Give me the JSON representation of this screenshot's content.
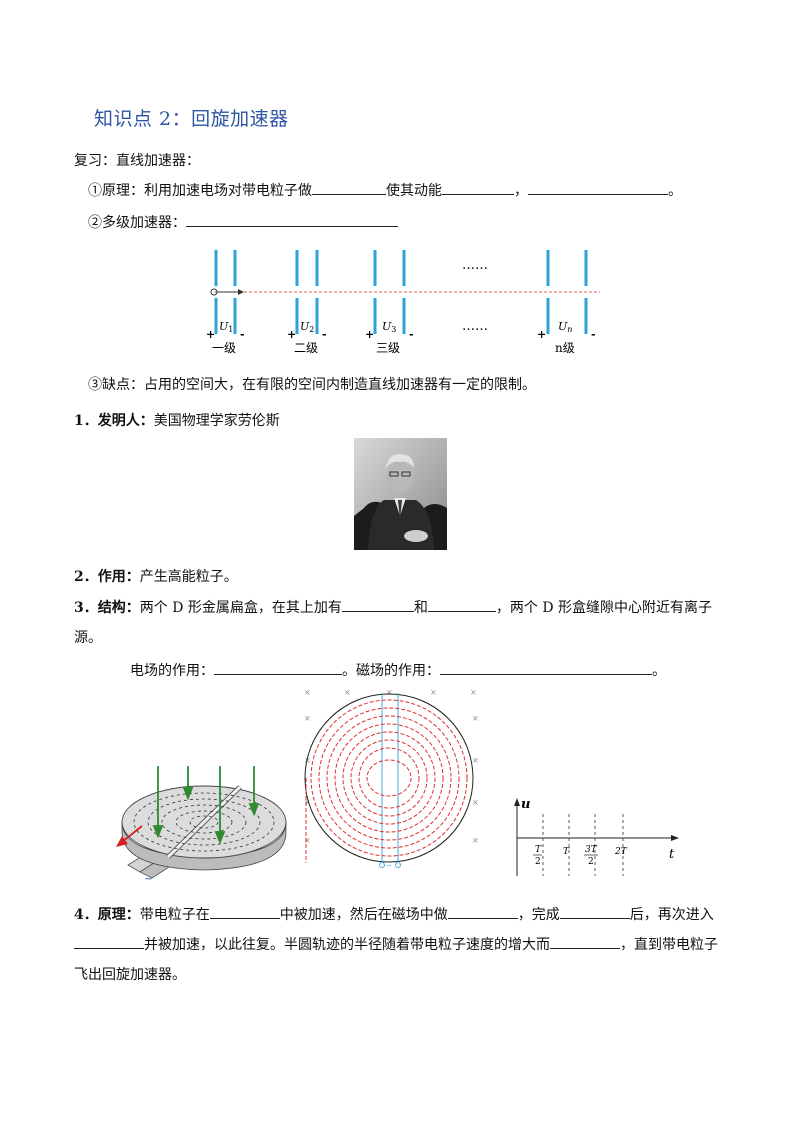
{
  "title": "知识点 2：回旋加速器",
  "review": {
    "heading": "复习：直线加速器：",
    "item1_marker": "①",
    "item1_a": "原理：利用加速电场对带电粒子做",
    "item1_b": "使其动能",
    "item1_c": "，",
    "item1_d": "。",
    "item2_marker": "②",
    "item2_a": "多级加速器：",
    "item3_marker": "③",
    "item3_text": "缺点：占用的空间大，在有限的空间内制造直线加速器有一定的限制。"
  },
  "linear_diagram": {
    "dots_top": "……",
    "dots_mid": "……",
    "plus": "+",
    "minus": "-",
    "u_labels": [
      "U",
      "U",
      "U",
      "U"
    ],
    "u_subs": [
      "1",
      "2",
      "3",
      "n"
    ],
    "stage_labels": [
      "一级",
      "二级",
      "三级",
      "n级"
    ]
  },
  "section1": {
    "number": "1．",
    "label": "发明人：",
    "text": "美国物理学家劳伦斯"
  },
  "section2": {
    "number": "2．",
    "label": "作用：",
    "text": "产生高能粒子。"
  },
  "section3": {
    "number": "3．",
    "label": "结构：",
    "text_a": "两个 D 形金属扁盒，在其上加有",
    "text_b": "和",
    "text_c": "，两个 D 形盒缝隙中心附近有离子",
    "text_d": "源。",
    "electric": "电场的作用：",
    "period1": "。磁场的作用：",
    "period2": "。"
  },
  "ut_graph": {
    "y_label": "u",
    "x_label": "t",
    "ticks": [
      "T",
      "2",
      "T",
      "3T",
      "2",
      "2T"
    ]
  },
  "section4": {
    "number": "4．",
    "label": "原理：",
    "a": "带电粒子在",
    "b": "中被加速，然后在磁场中做",
    "c": "，完成",
    "d": "后，再次进入",
    "e": "并被加速，以此往复。半圆轨迹的半径随着带电粒子速度的增大而",
    "f": "，直到带电粒子",
    "g": "飞出回旋加速器。"
  },
  "colors": {
    "title": "#2f55a5",
    "plate": "#2ea3d8",
    "spiral": "#e03030",
    "field_arrow": "#2e8b2e"
  }
}
